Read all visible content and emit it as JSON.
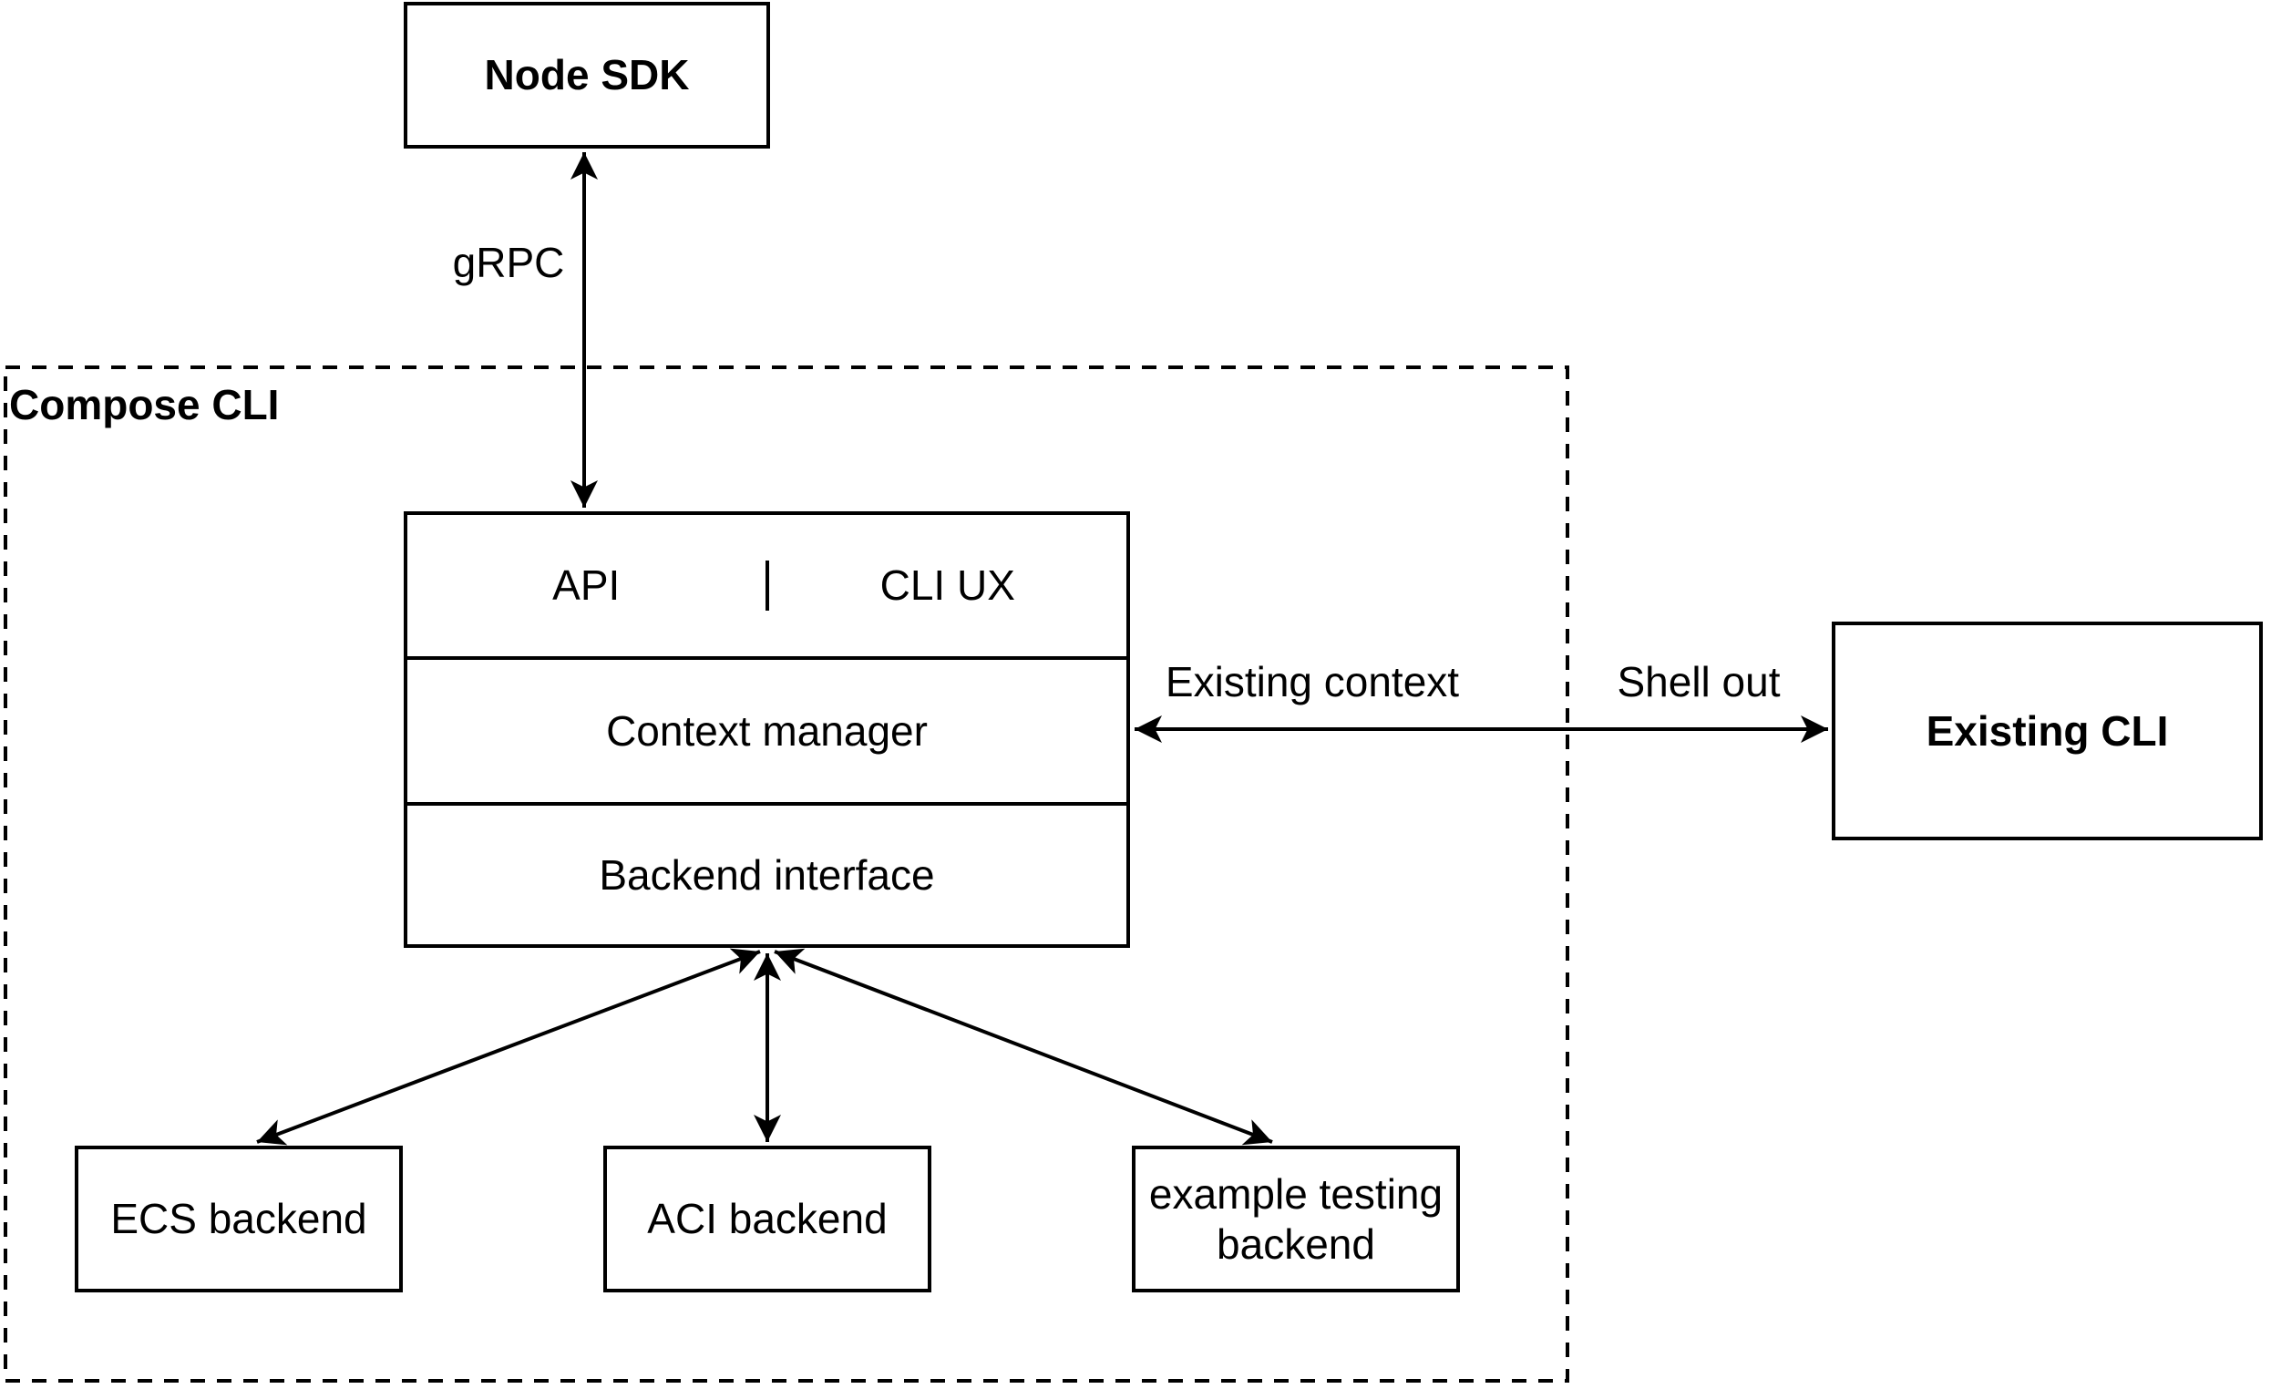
{
  "nodes": {
    "node_sdk": {
      "label": "Node SDK"
    },
    "compose_cli": {
      "label": "Compose CLI"
    },
    "api": {
      "label": "API"
    },
    "cli_ux": {
      "label": "CLI UX"
    },
    "context_manager": {
      "label": "Context manager"
    },
    "backend_interface": {
      "label": "Backend interface"
    },
    "existing_cli": {
      "label": "Existing CLI"
    },
    "ecs_backend": {
      "label": "ECS backend"
    },
    "aci_backend": {
      "label": "ACI backend"
    },
    "example_testing_backend": {
      "lines": [
        "example testing",
        "backend"
      ]
    }
  },
  "edges": {
    "grpc": {
      "label": "gRPC"
    },
    "existing_context": {
      "label": "Existing context"
    },
    "shell_out": {
      "label": "Shell out"
    }
  },
  "colors": {
    "stroke": "#000000",
    "background": "#ffffff",
    "text": "#000000"
  }
}
